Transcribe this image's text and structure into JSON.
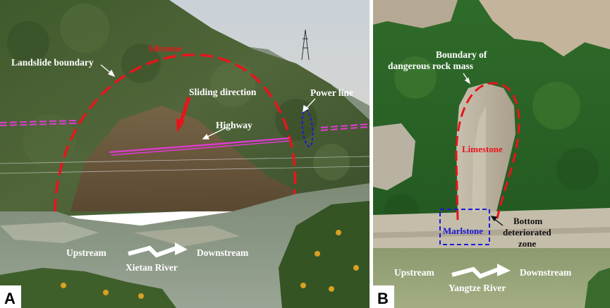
{
  "panel_a": {
    "letter": "A",
    "labels": {
      "siltstone": "Siltstone",
      "landslide_boundary": "Landslide boundary",
      "sliding_direction": "Sliding direction",
      "power_line": "Power line",
      "highway": "Highway",
      "upstream": "Upstream",
      "downstream": "Downstream",
      "river": "Xietan River"
    }
  },
  "panel_b": {
    "letter": "B",
    "labels": {
      "boundary_line1": "Boundary of",
      "boundary_line2": "dangerous rock mass",
      "limestone": "Limestone",
      "marlstone": "Marlstone",
      "bottom_line1": "Bottom",
      "bottom_line2": "deteriorated",
      "bottom_line3": "zone",
      "upstream": "Upstream",
      "downstream": "Downstream",
      "river": "Yangtze River"
    }
  },
  "colors": {
    "boundary_red": "#e8141c",
    "highway_magenta": "#e23ad6",
    "power_line_blue": "#1a1ad8",
    "text_white": "#ffffff"
  }
}
